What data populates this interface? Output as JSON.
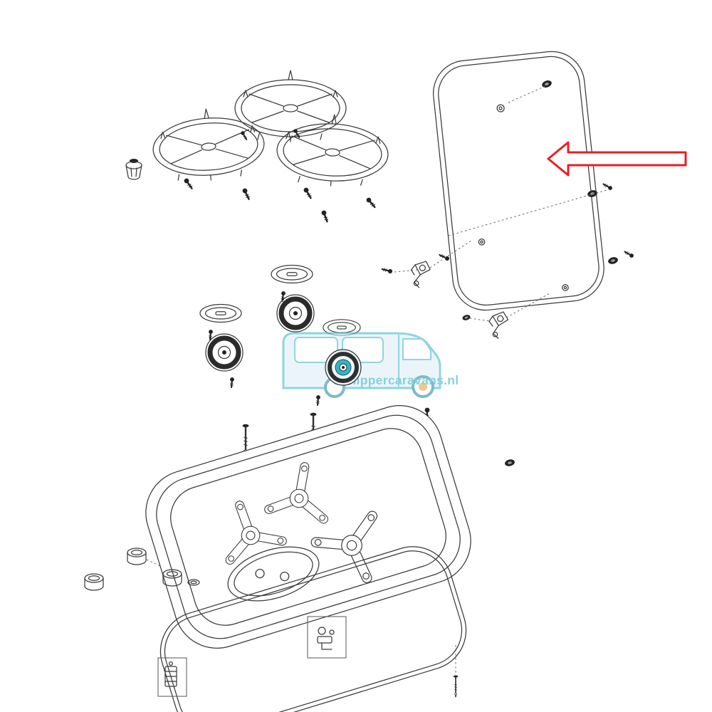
{
  "watermark": {
    "text": "Schippercaravans.nl",
    "color": "#35b4c9"
  },
  "highlight_arrow": {
    "color": "#ee1c23",
    "fill": "#ffffff"
  },
  "colors": {
    "line": "#3a3a3a",
    "background": "#ffffff",
    "watermark_body": "#dff0f6",
    "wheel_hub": "#e8a33d"
  },
  "parts": [
    "pan-support-grate",
    "rubber-foot",
    "mounting-screw",
    "burner-cap",
    "burner-crown",
    "glass-lid",
    "lid-hinge",
    "rubber-grommet",
    "mounting-stud",
    "hob-tray",
    "burner-bracket",
    "drip-tray-recess",
    "control-knob",
    "seal-gasket",
    "gas-valve-box",
    "igniter-box"
  ]
}
